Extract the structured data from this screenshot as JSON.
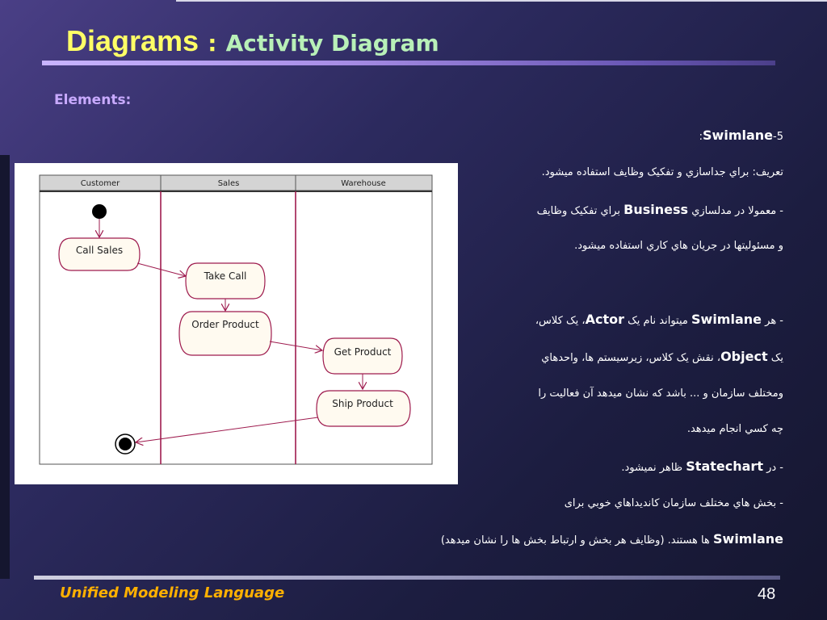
{
  "slide": {
    "title_main": "Diagrams",
    "title_sep": ":",
    "title_sub": "Activity Diagram",
    "elements_label": "Elements:",
    "footer": "Unified Modeling Language",
    "page_number": "48"
  },
  "diagram": {
    "lanes": [
      "Customer",
      "Sales",
      "Warehouse"
    ],
    "activities": {
      "call_sales": "Call Sales",
      "take_call": "Take Call",
      "order_product": "Order Product",
      "get_product": "Get Product",
      "ship_product": "Ship Product"
    }
  },
  "text": {
    "l1": {
      "a": "5-",
      "b": "Swimlane",
      "c": ":"
    },
    "l2": "تعريف: براي جداسازي و تفکيک وظايف استفاده ميشود.",
    "l3": {
      "a": "- معمولا در مدلسازي",
      "b": "Business",
      "c": "براي تفکيک وظايف"
    },
    "l4": "و مسئوليتها در جريان هاي کاري استفاده ميشود.",
    "l5": {
      "a": "- هر",
      "b": "Swimlane",
      "c": "ميتواند نام يک",
      "d": "Actor",
      "e": "، يک کلاس،"
    },
    "l6": {
      "a": "يک",
      "b": "Object",
      "c": "، نقش يک کلاس، زيرسيستم ها، واحدهاي"
    },
    "l7": "ومختلف سازمان و ... باشد که نشان ميدهد آن فعاليت را",
    "l8": "چه کسي انجام ميدهد.",
    "l9": {
      "a": "- در",
      "b": "Statechart",
      "c": "ظاهر نميشود."
    },
    "l10": "- بخش هاي مختلف سازمان کانديداهاي خوبي براى",
    "l11": {
      "a": "Swimlane",
      "b": "ها  هستند. (وظايف هر بخش و ارتباط بخش ها را نشان ميدهد)"
    }
  }
}
